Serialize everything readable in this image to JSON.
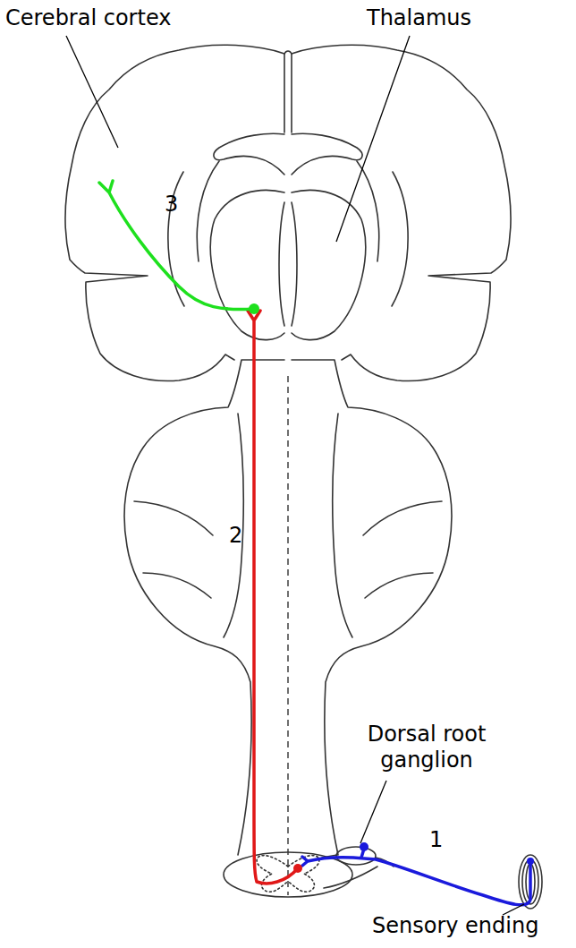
{
  "diagram": {
    "labels": [
      "Cerebral cortex",
      "Thalamus",
      "3",
      "2",
      "Dorsal root ganglion",
      "1",
      "Sensory ending"
    ]
  }
}
